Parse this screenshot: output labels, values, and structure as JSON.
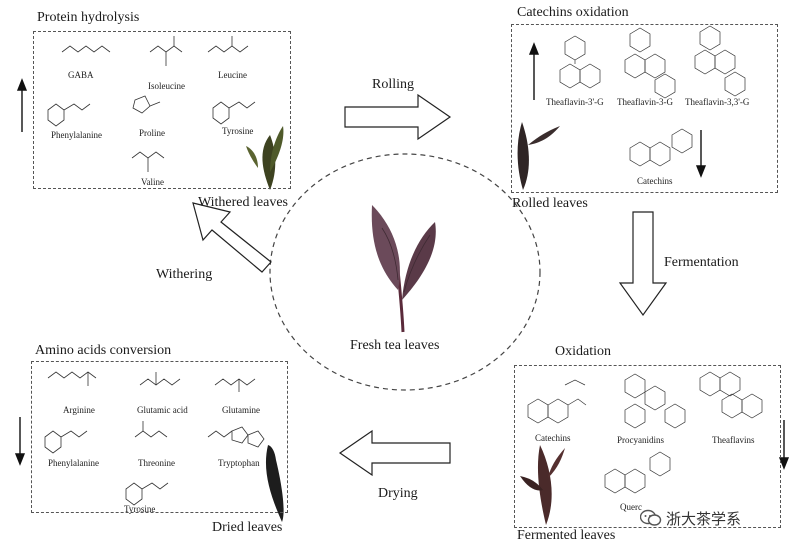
{
  "diagram": {
    "fresh_tea_label": "Fresh tea leaves",
    "sections": {
      "protein_hydrolysis": {
        "title": "Protein hydrolysis",
        "compounds": [
          "GABA",
          "Isoleucine",
          "Leucine",
          "Phenylalanine",
          "Proline",
          "Tyrosine",
          "Valine"
        ],
        "stage_label": "Withered leaves",
        "trend": "up"
      },
      "catechins_oxidation": {
        "title": "Catechins oxidation",
        "compounds": [
          "Theaflavin-3'-G",
          "Theaflavin-3-G",
          "Theaflavin-3,3'-G",
          "Catechins"
        ],
        "stage_label": "Rolled leaves",
        "trend_theaflavins": "up",
        "trend_catechins": "down"
      },
      "oxidation": {
        "title": "Oxidation",
        "compounds": [
          "Catechins",
          "Procyanidins",
          "Theaflavins",
          "Querc"
        ],
        "stage_label": "Fermented leaves",
        "trend": "down"
      },
      "amino_acids_conversion": {
        "title": "Amino acids conversion",
        "compounds": [
          "Arginine",
          "Glutamic acid",
          "Glutamine",
          "Phenylalanine",
          "Threonine",
          "Tryptophan",
          "Tyrosine"
        ],
        "stage_label": "Dried leaves",
        "trend": "down"
      }
    },
    "process_steps": {
      "rolling": "Rolling",
      "fermentation": "Fermentation",
      "drying": "Drying",
      "withering": "Withering"
    },
    "watermark": "浙大茶学系",
    "colors": {
      "line": "#1a1a1a",
      "dashed_border": "#555555",
      "leaf_dark": "#3a2a2a",
      "leaf_mid": "#6b4a5a",
      "leaf_green": "#4f5a2a"
    }
  }
}
